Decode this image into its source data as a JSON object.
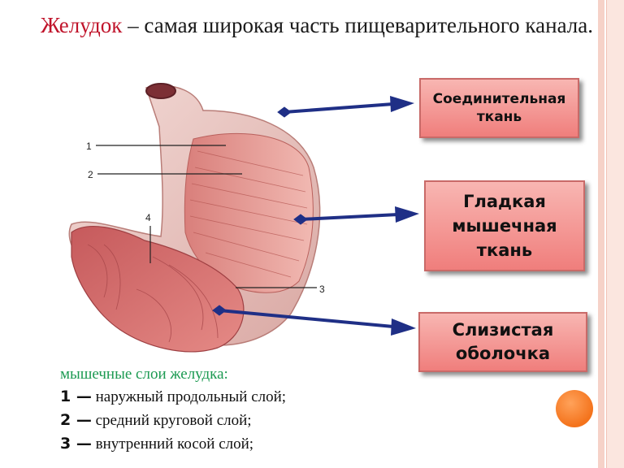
{
  "title": {
    "accent": "Желудок",
    "rest": " – самая широкая часть пищеварительного канала."
  },
  "figure": {
    "labels": [
      "1",
      "2",
      "3",
      "4"
    ]
  },
  "boxes": {
    "connective": "Соединительная ткань",
    "smooth_muscle": "Гладкая мышечная ткань",
    "mucosa": "Слизистая оболочка"
  },
  "caption": {
    "heading": "мышечные слои желудка:",
    "items": [
      {
        "num": "1 —",
        "text": " наружный продольный слой;"
      },
      {
        "num": "2 —",
        "text": " средний круговой слой;"
      },
      {
        "num": "3 —",
        "text": " внутренний косой слой;"
      }
    ]
  },
  "colors": {
    "title_accent": "#c0142b",
    "caption_heading": "#1c9a52",
    "box_fill": "#f5a09e",
    "arrow": "#1f2f86",
    "orange_dot": "#f4731c"
  }
}
